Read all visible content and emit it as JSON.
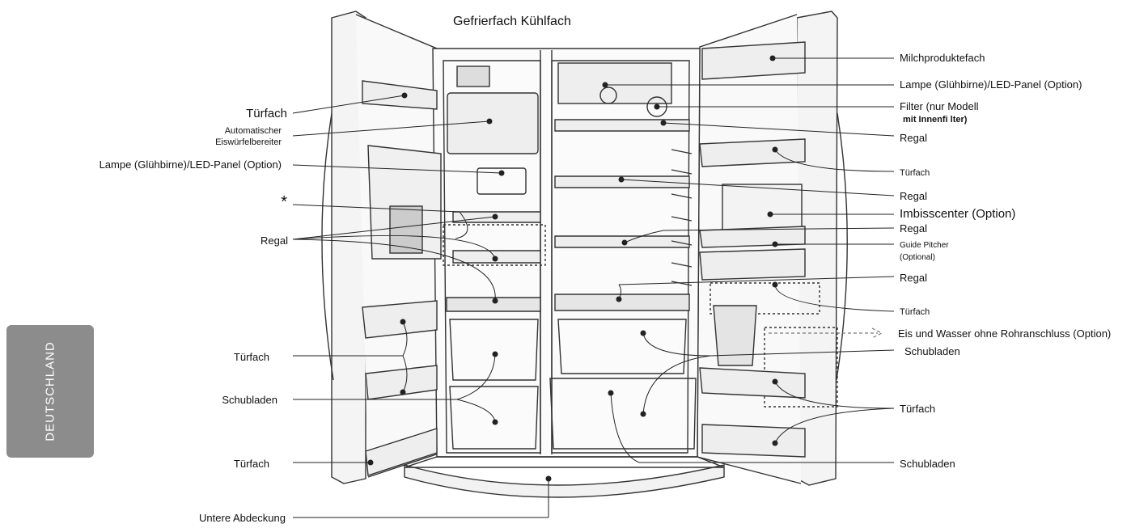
{
  "title": "Gefrierfach Kühlfach",
  "side_tab": "DEUTSCHLAND",
  "left_labels": {
    "tuerfach_1": "Türfach",
    "eiswuerfel_1": "Automatischer",
    "eiswuerfel_2": "Eiswürfelbereiter",
    "lampe": "Lampe (Glühbirne)/LED-Panel (Option)",
    "asterisk": "*",
    "regal": "Regal",
    "tuerfach_2": "Türfach",
    "schubladen": "Schubladen",
    "tuerfach_3": "Türfach",
    "untere_abdeckung": "Untere Abdeckung"
  },
  "right_labels": {
    "milch": "Milchprodukte­fach",
    "lampe": "Lampe (Glühbirne)/LED-Panel (Option)",
    "filter_1": "Filter (nur Modell",
    "filter_2": "mit Innenfi lter)",
    "regal_1": "Regal",
    "tuerfach_1": "Türfach",
    "regal_2": "Regal",
    "imbiss": "Imbisscenter (Option)",
    "regal_3": "Regal",
    "guide_1": "Guide Pitcher",
    "guide_2": "(Optional)",
    "regal_4": "Regal",
    "tuerfach_2": "Türfach",
    "eis_wasser": "Eis und Wasser ohne Rohranschluss (Option)",
    "schubladen_1": "Schubladen",
    "tuerfach_3": "Türfach",
    "schubladen_2": "Schubladen"
  }
}
